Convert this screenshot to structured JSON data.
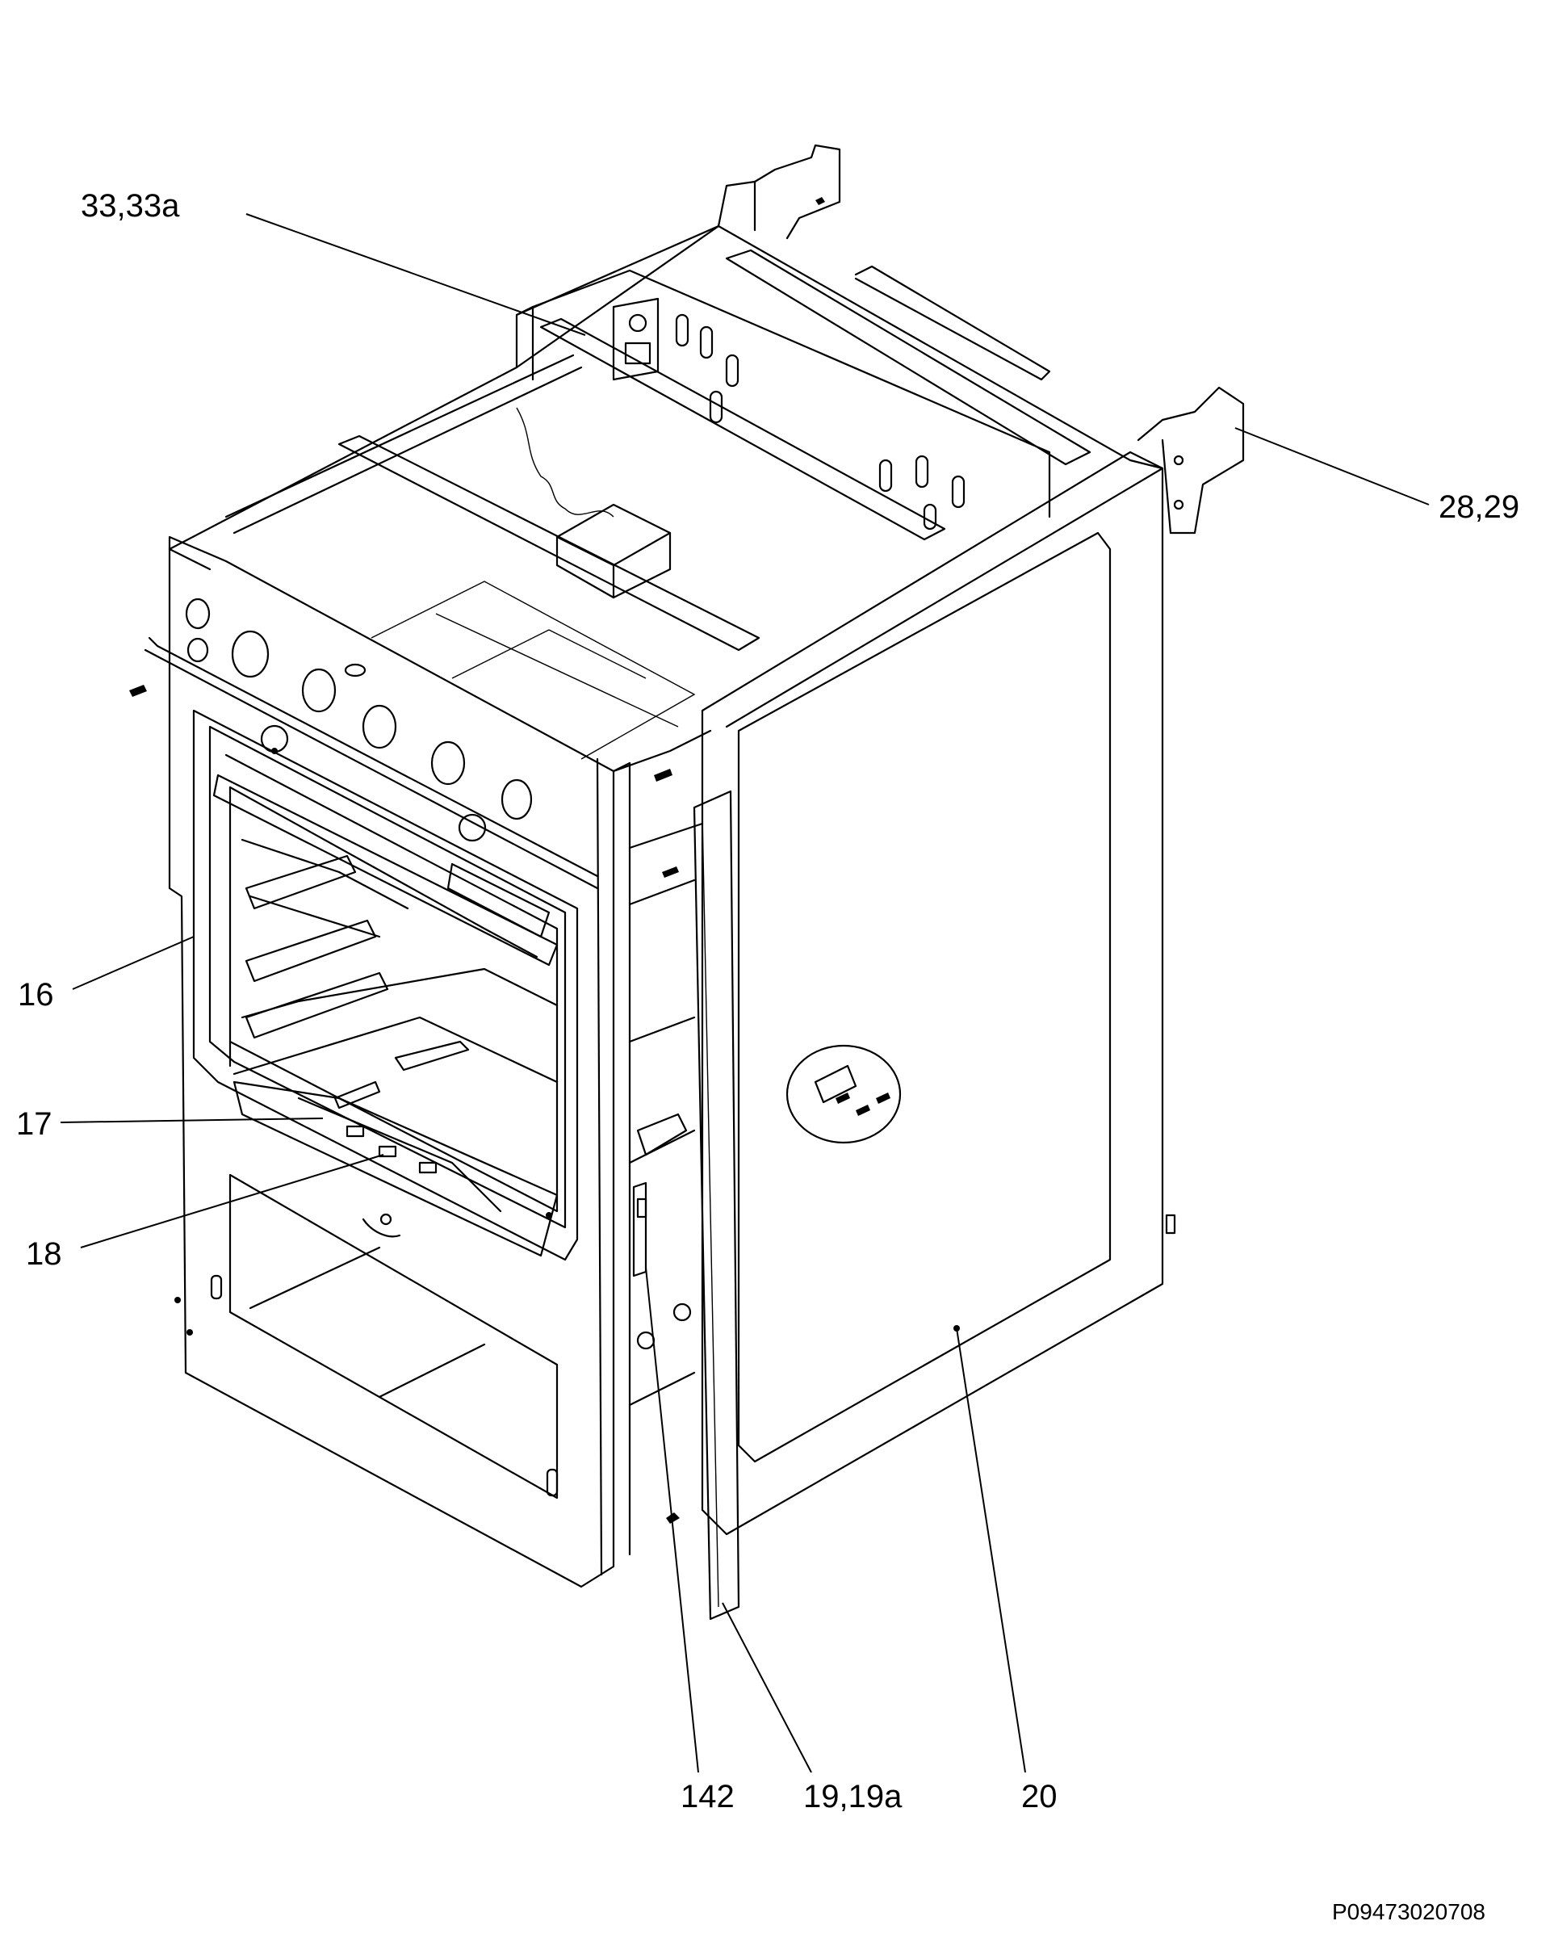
{
  "callouts": {
    "c33": "33,33a",
    "c28": "28,29",
    "c16": "16",
    "c17": "17",
    "c18": "18",
    "c142": "142",
    "c19": "19,19a",
    "c20": "20"
  },
  "doc_ref": "P09473020708",
  "colors": {
    "ink": "#000000",
    "paper": "#ffffff"
  }
}
